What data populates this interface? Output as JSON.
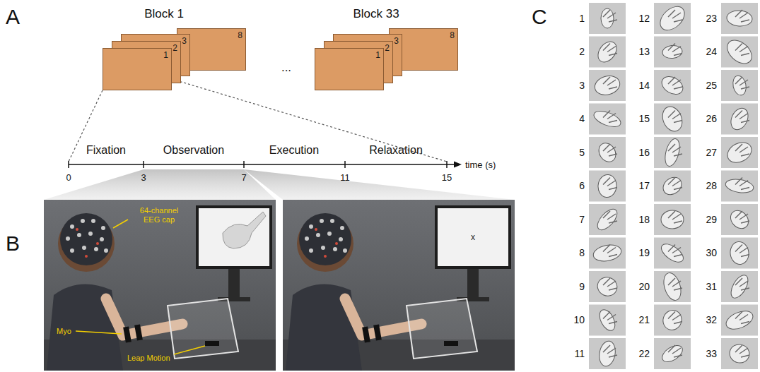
{
  "diagram": {
    "nodes": [
      {
        "text": [
          "1"
        ]
      },
      {
        "text": [
          "2"
        ]
      },
      {
        "text": [
          "3"
        ]
      },
      {
        "text": [
          "8"
        ]
      },
      {
        "text": [
          "1"
        ]
      },
      {
        "text": [
          "2"
        ]
      },
      {
        "text": [
          "3"
        ]
      },
      {
        "text": [
          "8"
        ]
      }
    ],
    "labels": [
      "A",
      "Block 1",
      "...",
      "Block 33",
      "Fixation",
      "Observation",
      "Execution",
      "Relaxation",
      "0",
      "3",
      "7",
      "11",
      "15",
      "time (s)",
      "B",
      "64-channel EEG cap",
      "Myo",
      "Leap Motion",
      "x",
      "C",
      "1",
      "2",
      "3",
      "4",
      "5",
      "6",
      "7",
      "8",
      "9",
      "10",
      "11",
      "12",
      "13",
      "14",
      "15",
      "16",
      "17",
      "18",
      "19",
      "20",
      "21",
      "22",
      "23",
      "24",
      "25",
      "26",
      "27",
      "28",
      "29",
      "30",
      "31",
      "32",
      "33"
    ]
  }
}
